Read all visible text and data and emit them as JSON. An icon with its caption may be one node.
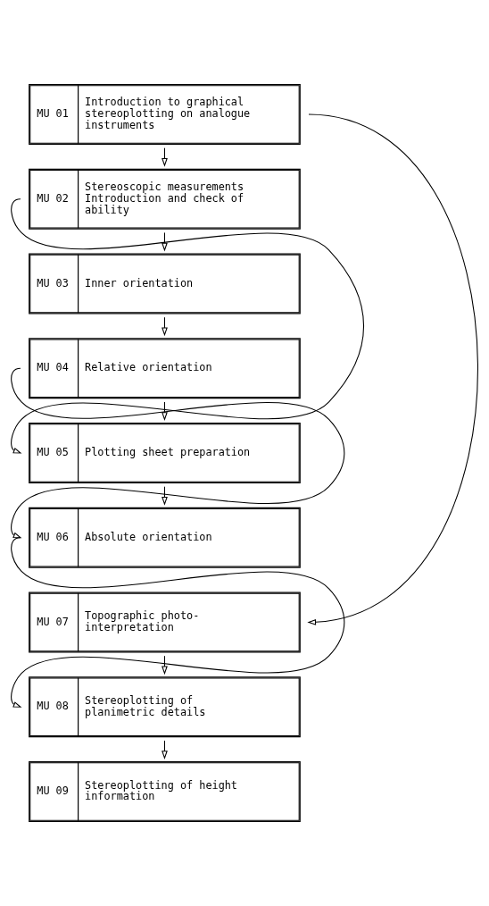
{
  "diagram": {
    "nodes": [
      {
        "text": [
          "MU 01",
          "Introduction to graphical stereoplotting on analogue instruments"
        ]
      },
      {
        "text": [
          "MU 02",
          "Stereoscopic measurements Introduction and check of ability"
        ]
      },
      {
        "text": [
          "MU 03",
          "Inner orientation"
        ]
      },
      {
        "text": [
          "MU 04",
          "Relative orientation"
        ]
      },
      {
        "text": [
          "MU 05",
          "Plotting sheet preparation"
        ]
      },
      {
        "text": [
          "MU 06",
          "Absolute orientation"
        ]
      },
      {
        "text": [
          "MU 07",
          "Topographic photo-interpretation"
        ]
      },
      {
        "text": [
          "MU 08",
          "Stereoplotting of planimetric details"
        ]
      },
      {
        "text": [
          "MU 09",
          "Stereoplotting of height information"
        ]
      }
    ],
    "edges": [
      {
        "from": 0,
        "to": 1,
        "arrow": "to"
      },
      {
        "from": 1,
        "to": 2,
        "arrow": "to"
      },
      {
        "from": 2,
        "to": 3,
        "arrow": "to"
      },
      {
        "from": 3,
        "to": 4,
        "arrow": "to"
      },
      {
        "from": 4,
        "to": 5,
        "arrow": "to"
      },
      {
        "from": 6,
        "to": 7,
        "arrow": "to"
      },
      {
        "from": 7,
        "to": 8,
        "arrow": "to"
      },
      {
        "from": 1,
        "to": 4,
        "arrow": "to"
      },
      {
        "from": 3,
        "to": 5,
        "arrow": "to"
      },
      {
        "from": 5,
        "to": 7,
        "arrow": "to"
      },
      {
        "from": 0,
        "to": 6,
        "arrow": "to"
      }
    ]
  }
}
